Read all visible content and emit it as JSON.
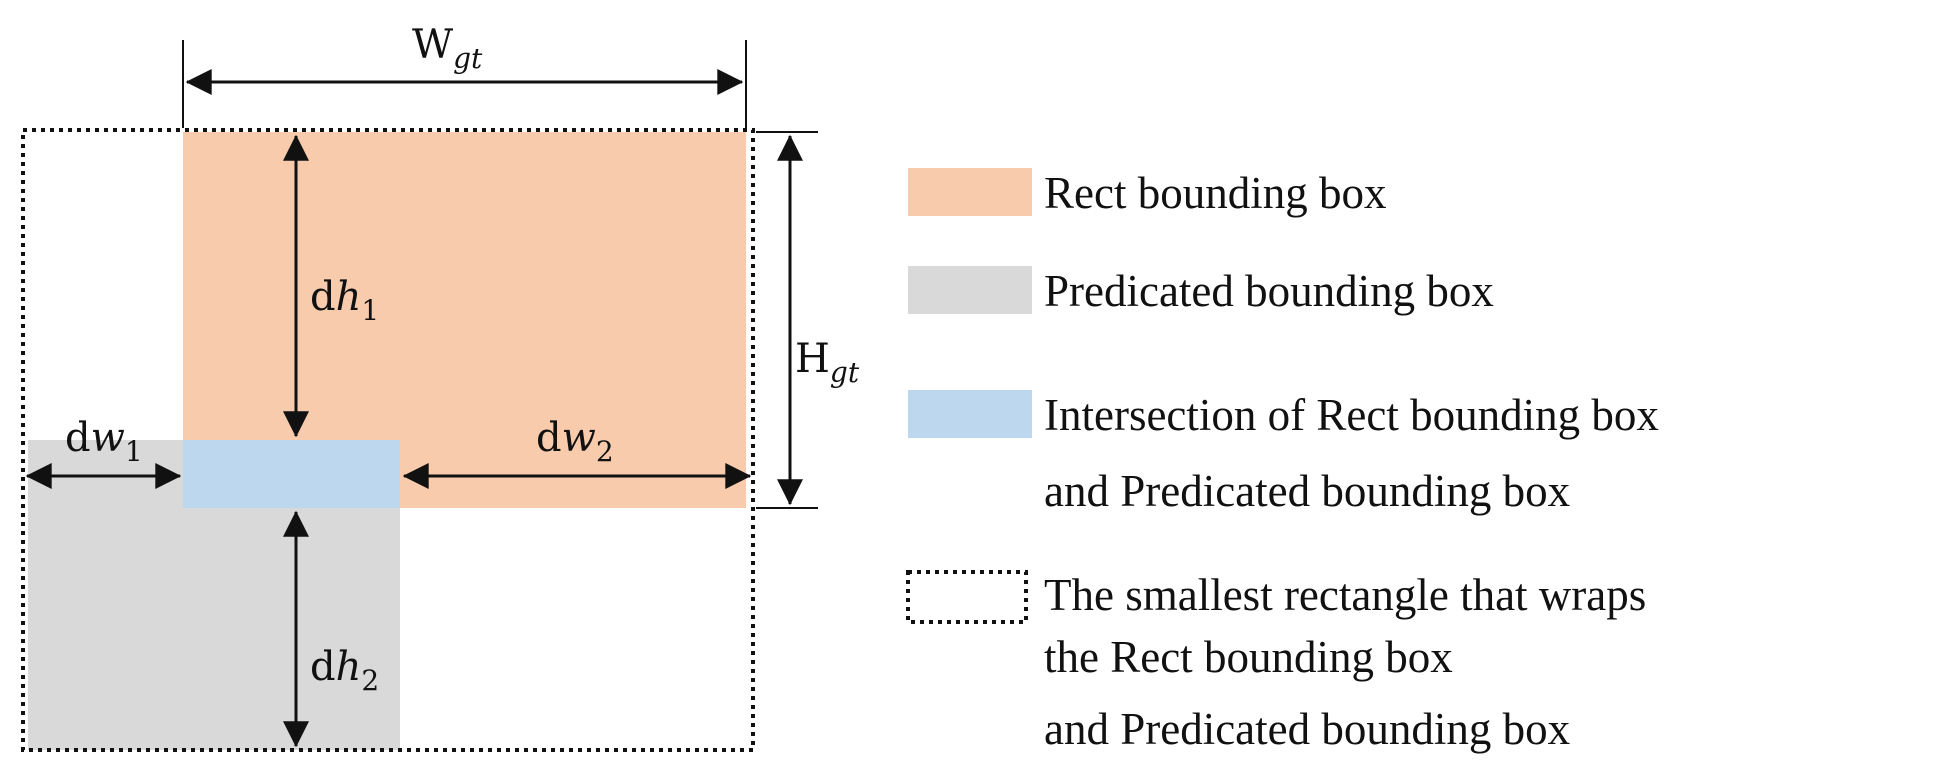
{
  "diagram": {
    "labels": {
      "w_gt": {
        "base": "W",
        "sub": "gt"
      },
      "h_gt": {
        "base": "H",
        "sub": "gt"
      },
      "dh1": {
        "base": "d",
        "var": "h",
        "sub": "1"
      },
      "dh2": {
        "base": "d",
        "var": "h",
        "sub": "2"
      },
      "dw1": {
        "base": "d",
        "var": "w",
        "sub": "1"
      },
      "dw2": {
        "base": "d",
        "var": "w",
        "sub": "2"
      }
    },
    "colors": {
      "rect_box": "#F8CBAD",
      "predicted_box": "#D9D9D9",
      "intersection": "#BDD7EE",
      "stroke": "#111111"
    }
  },
  "legend": {
    "items": [
      {
        "key": "rect",
        "lines": [
          "Rect bounding box"
        ]
      },
      {
        "key": "predicted",
        "lines": [
          "Predicated bounding box"
        ]
      },
      {
        "key": "intersection",
        "lines": [
          "Intersection of Rect bounding box",
          "and Predicated bounding box"
        ]
      },
      {
        "key": "wrap",
        "lines": [
          "The smallest rectangle that wraps",
          "the  Rect bounding box",
          "and Predicated bounding box"
        ]
      }
    ]
  }
}
